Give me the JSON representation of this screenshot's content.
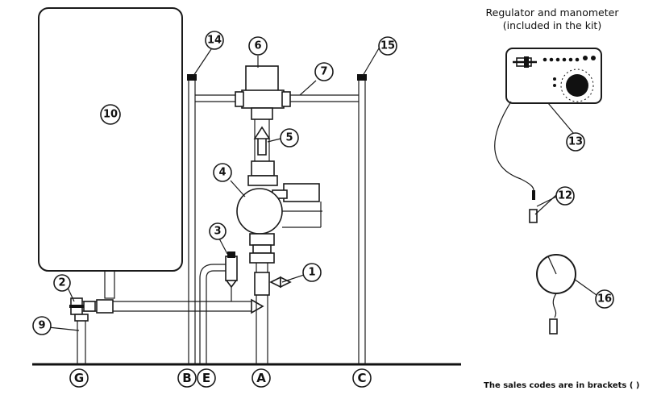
{
  "kit": {
    "title_line1": "Regulator and manometer",
    "title_line2": "(included in the kit)"
  },
  "footnote": "The sales codes are in brackets ( )",
  "callouts": {
    "c1": "1",
    "c2": "2",
    "c3": "3",
    "c4": "4",
    "c5": "5",
    "c6": "6",
    "c7": "7",
    "c9": "9",
    "c10": "10",
    "c12": "12",
    "c13": "13",
    "c14": "14",
    "c15": "15",
    "c16": "16"
  },
  "connections": {
    "G": "G",
    "B": "B",
    "E": "E",
    "A": "A",
    "C": "C"
  }
}
